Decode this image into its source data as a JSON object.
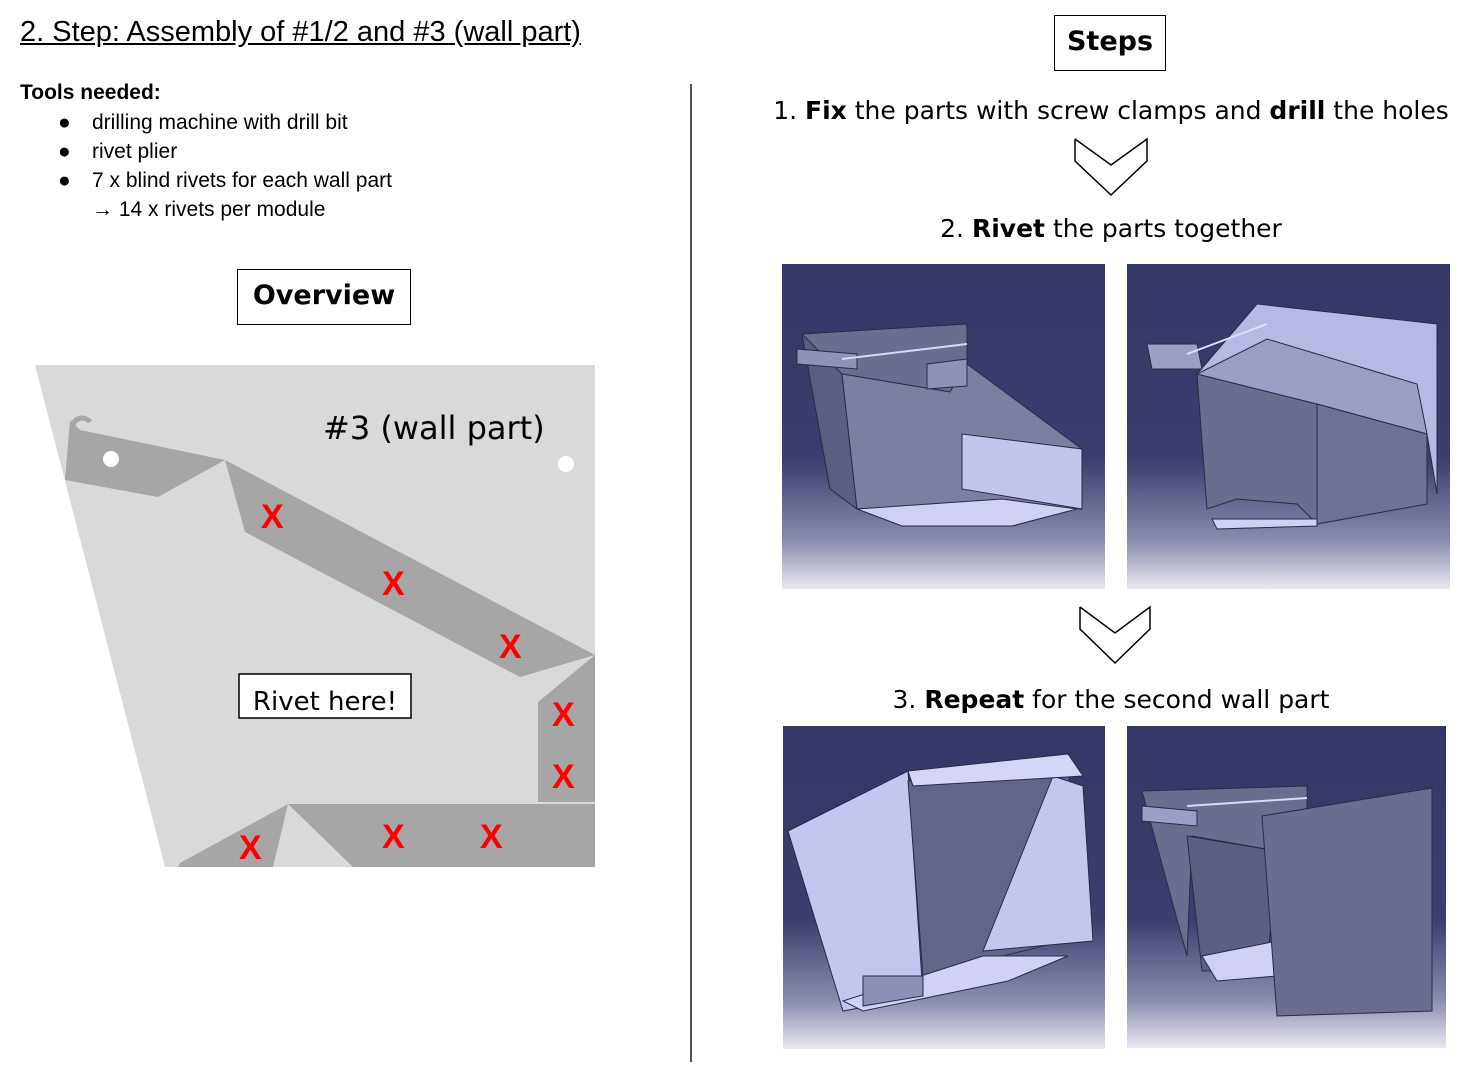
{
  "header": {
    "title": "2. Step: Assembly of #1/2 and #3 (wall part)"
  },
  "tools": {
    "heading": "Tools needed:",
    "items": [
      "drilling machine with drill bit",
      "rivet plier",
      "7 x blind rivets for each wall part"
    ],
    "sub_item": "→ 14 x rivets per module"
  },
  "overview": {
    "label": "Overview",
    "part_label": "#3 (wall part)",
    "rivet_label": "Rivet here!",
    "marker": "X"
  },
  "steps": {
    "label": "Steps",
    "step1": {
      "num": "1. ",
      "b1": "Fix",
      "t1": " the parts with screw clamps and ",
      "b2": "drill",
      "t2": " the holes"
    },
    "step2": {
      "num": "2. ",
      "b1": "Rivet",
      "t1": " the parts together"
    },
    "step3": {
      "num": "3. ",
      "b1": "Repeat",
      "t1": " for the second wall part"
    }
  },
  "colors": {
    "marker": "#ff0000",
    "sheet": "#d9d9d9",
    "strip": "#a6a6a6",
    "cad_background": "#343766"
  },
  "icons": [
    "chevron-down-icon",
    "chevron-down-icon"
  ]
}
